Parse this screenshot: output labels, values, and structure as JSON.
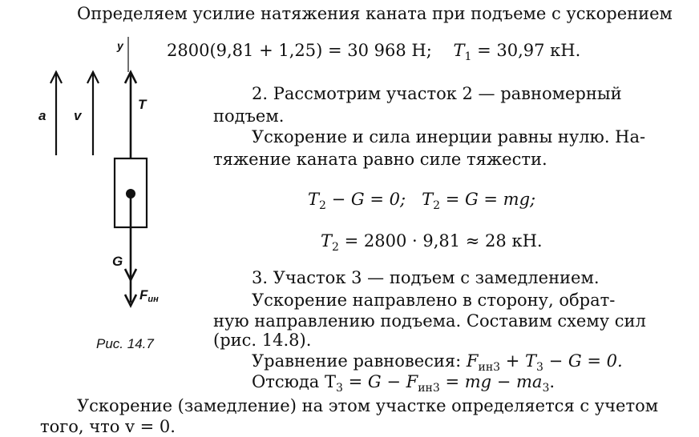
{
  "line_top": "Определяем усилие натяжения каната при подъеме с ускорением",
  "eq1_left": "2800(9,81 + 1,25) = 30 968 Н;",
  "eq1_T": "T",
  "eq1_T_sub": "1",
  "eq1_right": " = 30,97 кН.",
  "sec2_line1": "2. Рассмотрим участок 2 — равномерный",
  "sec2_line2": "подъем.",
  "sec2_line3": "Ускорение и сила инерции равны нулю. На-",
  "sec2_line4": "тяжение каната равно силе тяжести.",
  "eq2": {
    "T": "T",
    "sub": "2",
    "part1": " − G = 0;",
    "part2_T": "T",
    "part2_sub": "2",
    "part2_rest": " = G = mg;"
  },
  "eq3": {
    "T": "T",
    "sub": "2",
    "rest": " = 2800 · 9,81 ≈ 28 кН."
  },
  "sec3_line1": "3. Участок 3 — подъем с замедлением.",
  "sec3_line2": "Ускорение направлено в сторону, обрат-",
  "sec3_line3": "ную направлению подъема. Составим схему сил",
  "sec3_line4": "(рис. 14.8).",
  "eq4_prefix": "Уравнение равновесия: ",
  "eq4_F": "F",
  "eq4_F_sub": "ин3",
  "eq4_mid": " + T",
  "eq4_T_sub": "3",
  "eq4_end": " − G = 0.",
  "eq5_prefix": "Отсюда T",
  "eq5_T_sub": "3",
  "eq5_mid": " = G − F",
  "eq5_F_sub": "ин3",
  "eq5_end": " = mg − ma",
  "eq5_a_sub": "3",
  "eq5_dot": ".",
  "bottom_line1": "Ускорение (замедление) на этом участке определяется с учетом",
  "bottom_line2": "того, что v = 0.",
  "figure": {
    "label_y": "y",
    "label_a": "a",
    "label_v": "v",
    "label_T": "T",
    "label_G": "G",
    "label_F": "F",
    "label_F_sub": "ин",
    "caption": "Рис. 14.7"
  }
}
